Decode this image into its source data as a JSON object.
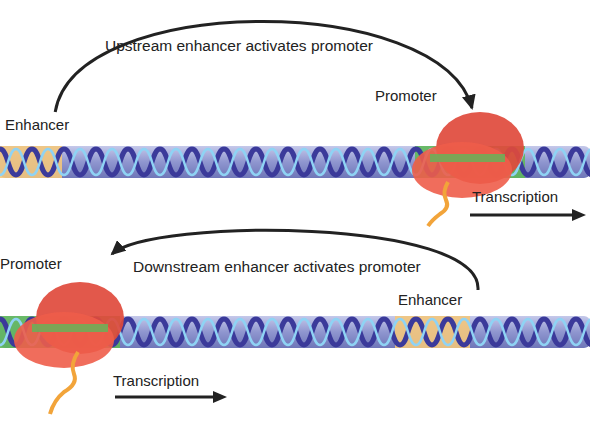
{
  "diagram": {
    "nodes": [
      {
        "text": [
          "Enhancer"
        ]
      },
      {
        "text": [
          "Promoter"
        ]
      },
      {
        "text": [
          "Promoter"
        ]
      },
      {
        "text": [
          "Enhancer"
        ]
      }
    ],
    "edges": [
      {
        "from": 0,
        "to": 1,
        "label": "Upstream enhancer activates promoter",
        "arrow": "to"
      },
      {
        "from": 3,
        "to": 2,
        "label": "Downstream enhancer activates promoter",
        "arrow": "to"
      }
    ],
    "labels": [
      "Transcription",
      "Transcription"
    ]
  }
}
